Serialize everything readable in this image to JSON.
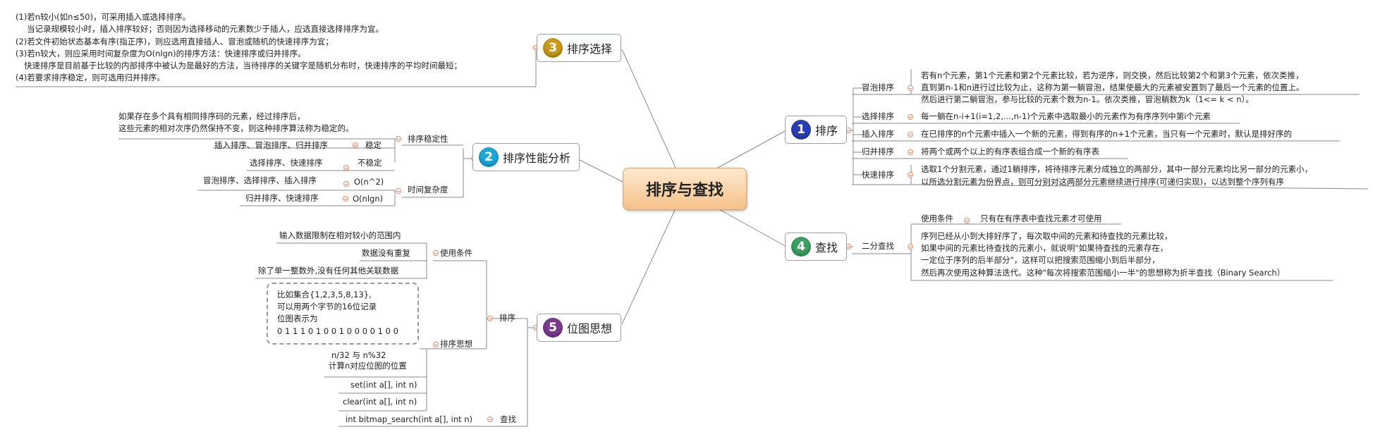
{
  "center": "排序与查找",
  "topics": {
    "sort": {
      "num": "1",
      "label": "排序"
    },
    "sort_perf": {
      "num": "2",
      "label": "排序性能分析"
    },
    "sort_select": {
      "num": "3",
      "label": "排序选择"
    },
    "search": {
      "num": "4",
      "label": "查找"
    },
    "bitmap": {
      "num": "5",
      "label": "位图思想"
    }
  },
  "colors": {
    "badge1": "#2b3fb3",
    "badge2": "#1ea7d6",
    "badge3": "#c89a1a",
    "badge4": "#3aa062",
    "badge5": "#7b3a8c"
  },
  "sort": {
    "bubble": {
      "label": "冒泡排序",
      "lines": [
        "若有n个元素，第1个元素和第2个元素比较，若为逆序，则交换，然后比较第2个和第3个元素，依次类推，",
        "直到第n-1和n进行过比较为止，这称为第一躺冒泡，结果使最大的元素被安置到了最后一个元素的位置上。",
        "然后进行第二躺冒泡，参与比较的元素个数为n-1。依次类推，冒泡躺数为k（1<= k < n）。"
      ]
    },
    "select": {
      "label": "选择排序",
      "text": "每一躺在n-i+1(i=1,2,...,n-1)个元素中选取最小的元素作为有序序列中第i个元素"
    },
    "insert": {
      "label": "插入排序",
      "text": "在已排序的n个元素中插入一个新的元素，得到有序的n+1个元素，当只有一个元素时，默认是排好序的"
    },
    "merge": {
      "label": "归并排序",
      "text": "将两个或两个以上的有序表组合成一个新的有序表"
    },
    "quick": {
      "label": "快速排序",
      "lines": [
        "选取1个分割元素，通过1躺排序，将待排序元素分成独立的两部分，其中一部分元素均比另一部分的元素小，",
        "以所选分割元素为份界点，则可分别对这两部分元素继续进行排序(可递归实现)，以达到整个序列有序"
      ]
    }
  },
  "search": {
    "binary": {
      "label": "二分查找",
      "cond_label": "使用条件",
      "cond_text": "只有在有序表中查找元素才可使用",
      "lines": [
        "序列已经从小到大排好序了，每次取中间的元素和待查找的元素比较，",
        "如果中间的元素比待查找的元素小，就说明\"如果待查找的元素存在，",
        "一定位于序列的后半部分\"，这样可以把搜索范围缩小到后半部分，",
        "然后再次使用这种算法迭代。这种\"每次将搜索范围缩小一半\"的思想称为折半查找（Binary Search）"
      ]
    }
  },
  "select_tips": [
    "(1)若n较小(如n≤50)，可采用插入或选择排序。",
    "当记录规模较小时，插入排序较好；否则因为选择移动的元素数少于插人，应选直接选择排序为宜。",
    "(2)若文件初始状态基本有序(指正序)，则应选用直接插人、冒泡或随机的快速排序为宜；",
    "(3)若n较大，则应采用时间复杂度为O(nlgn)的排序方法：快速排序或归并排序。",
    "快速排序是目前基于比较的内部排序中被认为是最好的方法，当待排序的关键字是随机分布时，快速排序的平均时间最短；",
    "(4)若要求排序稳定，则可选用归并排序。"
  ],
  "perf": {
    "stability": {
      "label": "排序稳定性",
      "desc": [
        "如果存在多个具有相同排序码的元素，经过排序后，",
        "这些元素的相对次序仍然保持不变，则这种排序算法称为稳定的。"
      ],
      "stable_algos": "插入排序、冒泡排序、归并排序",
      "stable": "稳定",
      "unstable_algos": "选择排序、快速排序",
      "unstable": "不稳定"
    },
    "complexity": {
      "label": "时间复杂度",
      "n2_algos": "冒泡排序、选择排序、插入排序",
      "n2": "O(n^2)",
      "nlgn_algos": "归并排序、快速排序",
      "nlgn": "O(nlgn)"
    }
  },
  "bitmap": {
    "sort_label": "排序",
    "cond_label": "使用条件",
    "conds": [
      "输入数据限制在相对较小的范围内",
      "数据没有重复",
      "除了单一整数外,没有任何其他关联数据"
    ],
    "idea_label": "排序思想",
    "example": [
      "比如集合{1,2,3,5,8,13},",
      "可以用两个字节的16位记录",
      "位图表示为",
      "0 1 1 1 0 1 0 0    1 0 0 0 0 1 0 0"
    ],
    "pos_lines": [
      "n/32  与  n%32",
      "计算n对应位图的位置"
    ],
    "set_fn": "set(int a[], int n)",
    "clear_fn": "clear(int a[], int n)",
    "search_label": "查找",
    "search_fn": "int  bitmap_search(int a[], int n)"
  }
}
